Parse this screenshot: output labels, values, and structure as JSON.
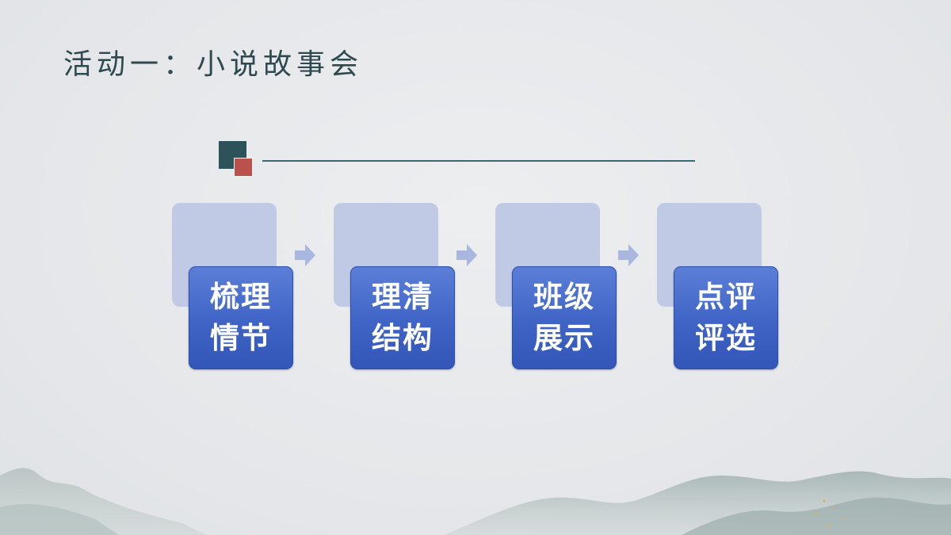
{
  "title": "活动一：小说故事会",
  "steps": [
    {
      "label": "梳理\n情节"
    },
    {
      "label": "理清\n结构"
    },
    {
      "label": "班级\n展示"
    },
    {
      "label": "点评\n评选"
    }
  ],
  "colors": {
    "background": "#e6e8ea",
    "title": "#2f4a4f",
    "card": "#3f64c6",
    "card_back": "#c1cae4",
    "arrow": "#a9b6de",
    "accent_dark": "#2e5259",
    "accent_red": "#b9524b"
  },
  "icons": [
    "chevron-arrow-icon"
  ]
}
